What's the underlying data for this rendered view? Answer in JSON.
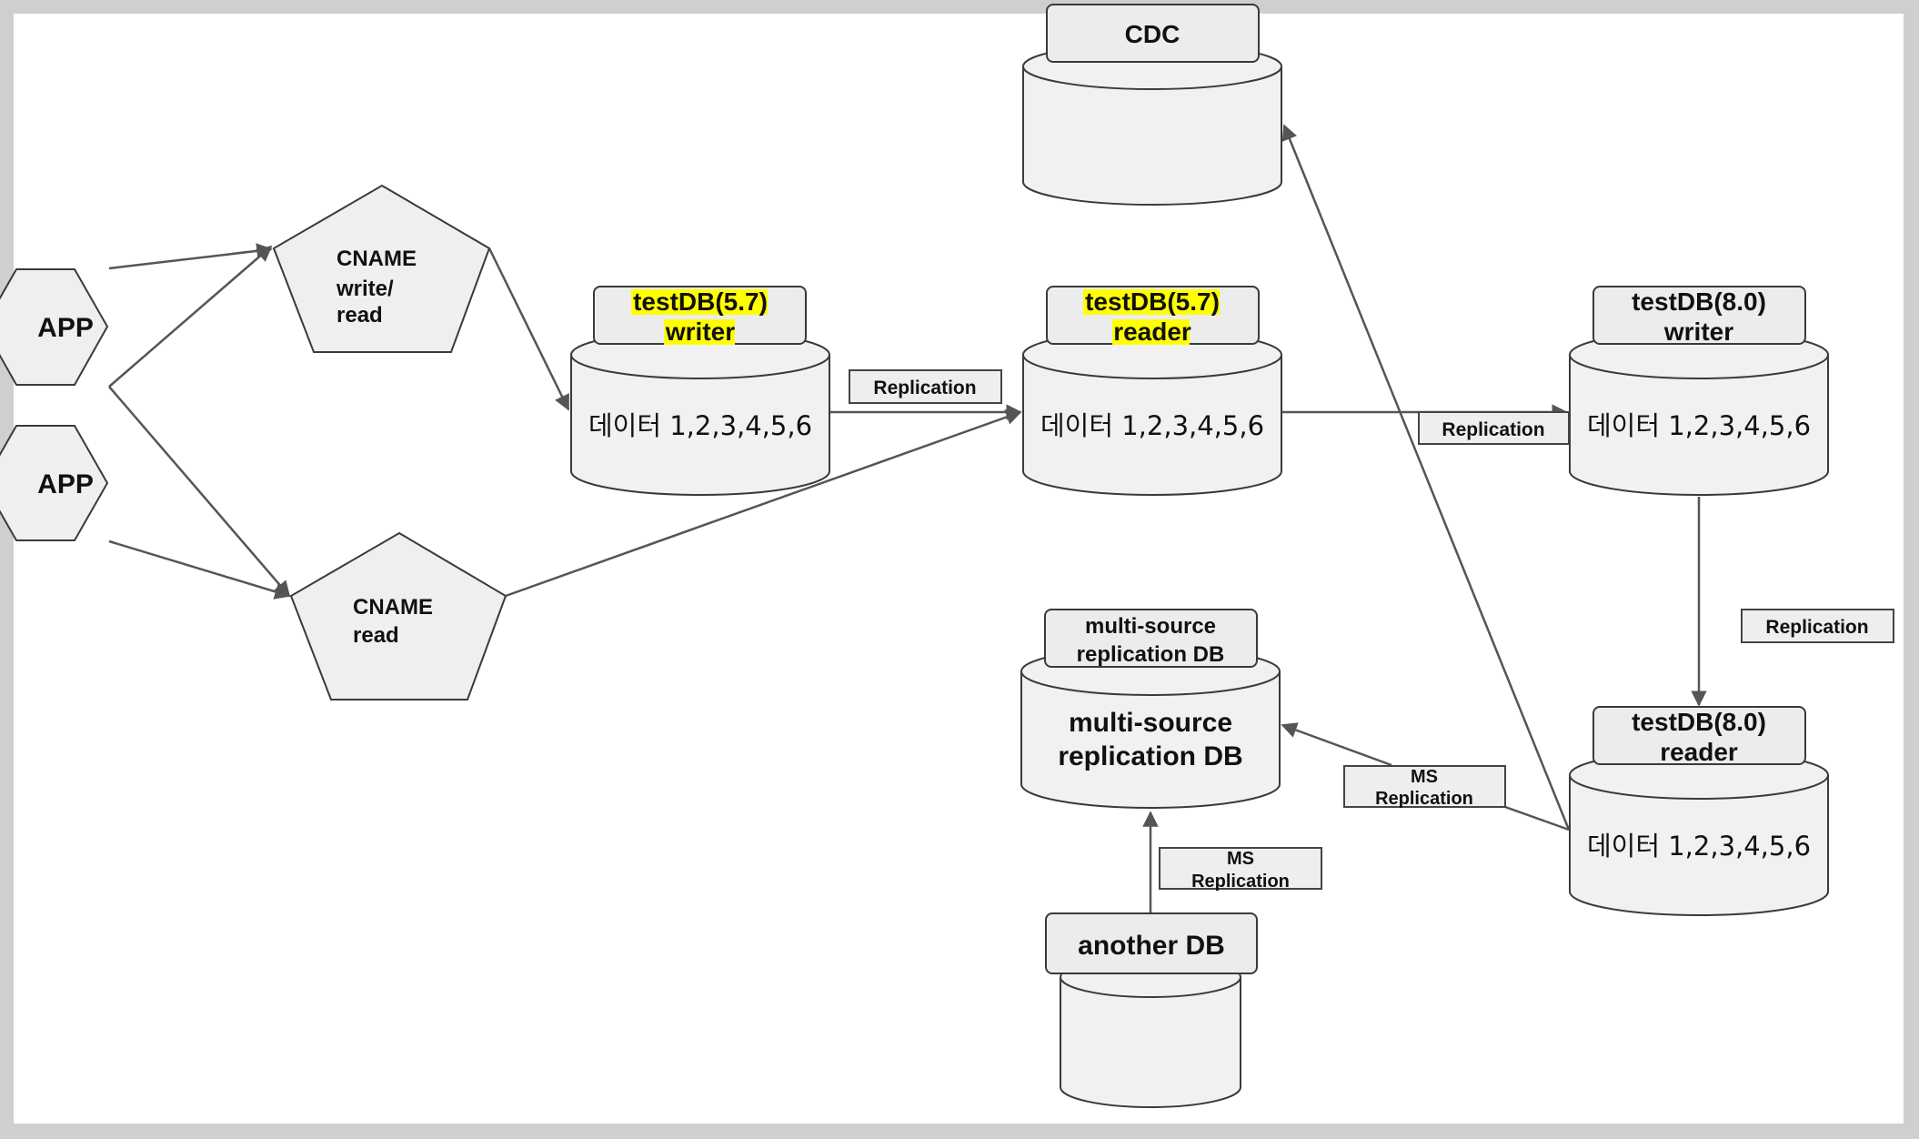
{
  "apps": [
    "APP",
    "APP"
  ],
  "cnames": {
    "write_read": [
      "CNAME",
      "write/",
      "read"
    ],
    "read": [
      "CNAME",
      "read"
    ]
  },
  "highlight_color": "#ffff00",
  "databases": {
    "cdc": {
      "title": "CDC"
    },
    "db57_writer": {
      "title": [
        "testDB(5.7)",
        "writer"
      ],
      "body": "데이터 1,2,3,4,5,6",
      "highlighted": true
    },
    "db57_reader": {
      "title": [
        "testDB(5.7)",
        "reader"
      ],
      "body": "데이터 1,2,3,4,5,6",
      "highlighted": true
    },
    "db80_writer": {
      "title": [
        "testDB(8.0)",
        "writer"
      ],
      "body": "데이터 1,2,3,4,5,6"
    },
    "db80_reader": {
      "title": [
        "testDB(8.0)",
        "reader"
      ],
      "body": "데이터 1,2,3,4,5,6"
    },
    "multi_source": {
      "title": [
        "multi-source",
        "replication DB"
      ],
      "body": [
        "multi-source",
        "replication DB"
      ]
    },
    "another": {
      "title": "another DB"
    }
  },
  "edge_labels": {
    "rep_57": "Replication",
    "rep_57_80": "Replication",
    "rep_80": "Replication",
    "ms_rep_80": [
      "MS",
      "Replication"
    ],
    "ms_rep_another": [
      "MS",
      "Replication"
    ]
  }
}
